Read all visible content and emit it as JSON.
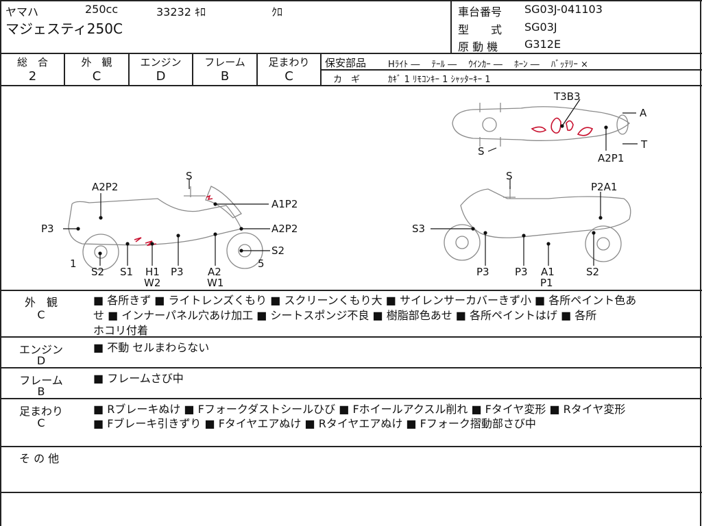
{
  "header": {
    "maker": "ヤマハ",
    "displacement": "250cc",
    "mileage": "33232 ｷﾛ",
    "color": "ｸﾛ",
    "model_name": "マジェスティ250C",
    "chassis_label": "車台番号",
    "chassis_value": "SG03J-041103",
    "type_label": "型　　式",
    "type_value": "SG03J",
    "engine_label": "原 動 機",
    "engine_value": "G312E"
  },
  "grades": [
    {
      "label": "総　合",
      "value": "2"
    },
    {
      "label": "外　観",
      "value": "C"
    },
    {
      "label": "エンジン",
      "value": "D"
    },
    {
      "label": "フレーム",
      "value": "B"
    },
    {
      "label": "足まわり",
      "value": "C"
    }
  ],
  "safety": {
    "label": "保安部品",
    "items": "Hﾗｲﾄ ―　 ﾃｰﾙ ―　 ｳｲﾝｶｰ ―　 ﾎｰﾝ ―　 ﾊﾞｯﾃﾘｰ ×",
    "key_label": "カ　ギ",
    "key_items": "ｶｷﾞ 1  ﾘﾓｺﾝｷｰ 1  ｼｬｯﾀｰｷｰ 1"
  },
  "diagram": {
    "top_labels": [
      "T3B3",
      "A",
      "T",
      "S",
      "A2P1"
    ],
    "left_labels": [
      "S",
      "A2P2",
      "A1P2",
      "A2P2",
      "P3",
      "S2",
      "1",
      "5",
      "S2",
      "S1",
      "H1",
      "W2",
      "P3",
      "A2",
      "W1"
    ],
    "right_labels": [
      "S",
      "P2A1",
      "S3",
      "P3",
      "P3",
      "A1",
      "P1",
      "S2"
    ]
  },
  "sections": {
    "appearance": {
      "label": "外　観",
      "grade": "C",
      "line1": "■ 各所きず ■ ライトレンズくもり ■ スクリーンくもり大 ■ サイレンサーカバーきず小 ■ 各所ペイント色あ",
      "line2": "せ ■ インナーパネル穴あけ加工 ■ シートスポンジ不良 ■ 樹脂部色あせ ■ 各所ペイントはげ ■ 各所",
      "line3": "ホコリ付着"
    },
    "engine": {
      "label": "エンジン",
      "grade": "D",
      "line1": "■ 不動 セルまわらない"
    },
    "frame": {
      "label": "フレーム",
      "grade": "B",
      "line1": "■ フレームさび中"
    },
    "suspension": {
      "label": "足まわり",
      "grade": "C",
      "line1": "■ Rブレーキぬけ ■ Fフォークダストシールひび ■ Fホイールアクスル削れ ■ Fタイヤ変形 ■ Rタイヤ変形",
      "line2": "■ Fブレーキ引きずり ■ Fタイヤエアぬけ ■ Rタイヤエアぬけ ■ Fフォーク摺動部さび中"
    },
    "other": {
      "label": "そ の 他"
    }
  },
  "colors": {
    "damage": "#c8102e",
    "sketch": "#777777"
  }
}
